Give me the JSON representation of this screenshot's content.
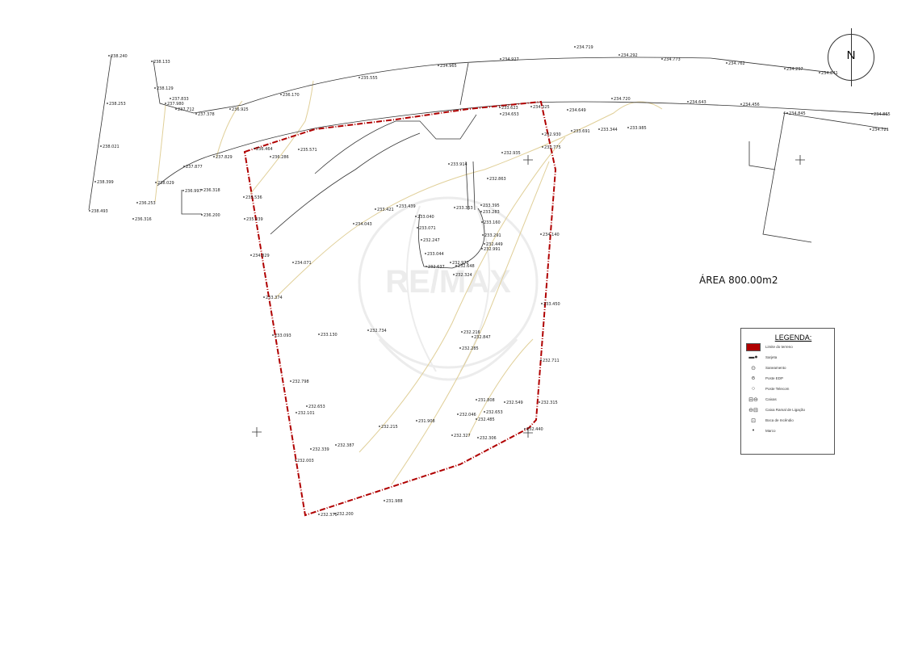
{
  "area_label": "ÁREA 800.00m2",
  "north_label": "N",
  "legend": {
    "title": "LEGENDA:",
    "items": [
      {
        "icon": "boundary-line-icon",
        "label": "Limite do terreno"
      },
      {
        "icon": "gutter-icon",
        "label": "Sarjeta"
      },
      {
        "icon": "sanitation-icon",
        "label": "Saneamento"
      },
      {
        "icon": "power-pole-icon",
        "label": "Poste EDP"
      },
      {
        "icon": "telecom-pole-icon",
        "label": "Poste Telecom"
      },
      {
        "icon": "box-icon",
        "label": "Caixas"
      },
      {
        "icon": "branch-box-icon",
        "label": "Caixa Ramal de Ligação"
      },
      {
        "icon": "hydrant-icon",
        "label": "Boca de Incêndio"
      },
      {
        "icon": "marker-icon",
        "label": "Marco"
      }
    ]
  },
  "watermark": "RE/MAX",
  "colors": {
    "boundary": "#b00000",
    "contour": "#e8d9a8",
    "line": "#333333"
  },
  "spot_heights": [
    "238.240",
    "238.133",
    "238.253",
    "238.021",
    "238.399",
    "238.493",
    "238.129",
    "237.833",
    "237.980",
    "237.712",
    "237.378",
    "236.925",
    "236.170",
    "235.555",
    "234.965",
    "234.927",
    "234.719",
    "234.292",
    "234.773",
    "234.762",
    "234.297",
    "234.841",
    "234.720",
    "234.643",
    "234.456",
    "234.865",
    "234.845",
    "234.721",
    "237.829",
    "237.877",
    "238.029",
    "236.997",
    "236.318",
    "236.253",
    "236.316",
    "236.200",
    "236.464",
    "236.286",
    "235.571",
    "235.536",
    "235.039",
    "234.829",
    "234.071",
    "233.374",
    "233.093",
    "232.798",
    "232.653",
    "232.101",
    "232.339",
    "232.003",
    "232.370",
    "232.200",
    "232.387",
    "232.215",
    "231.908",
    "231.988",
    "232.327",
    "232.306",
    "232.046",
    "232.485",
    "231.808",
    "232.549",
    "232.315",
    "232.711",
    "233.450",
    "234.140",
    "234.325",
    "234.653",
    "234.649",
    "233.691",
    "233.344",
    "233.985",
    "232.930",
    "232.775",
    "232.935",
    "233.914",
    "232.863",
    "233.353",
    "233.439",
    "233.421",
    "234.043",
    "233.130",
    "232.734",
    "232.216",
    "232.847",
    "232.285",
    "232.653",
    "233.623",
    "233.040",
    "232.247",
    "233.395",
    "233.071",
    "233.283",
    "233.160",
    "233.291",
    "232.449",
    "232.991",
    "233.044",
    "232.637",
    "232.972",
    "232.324",
    "232.648",
    "232.440"
  ]
}
